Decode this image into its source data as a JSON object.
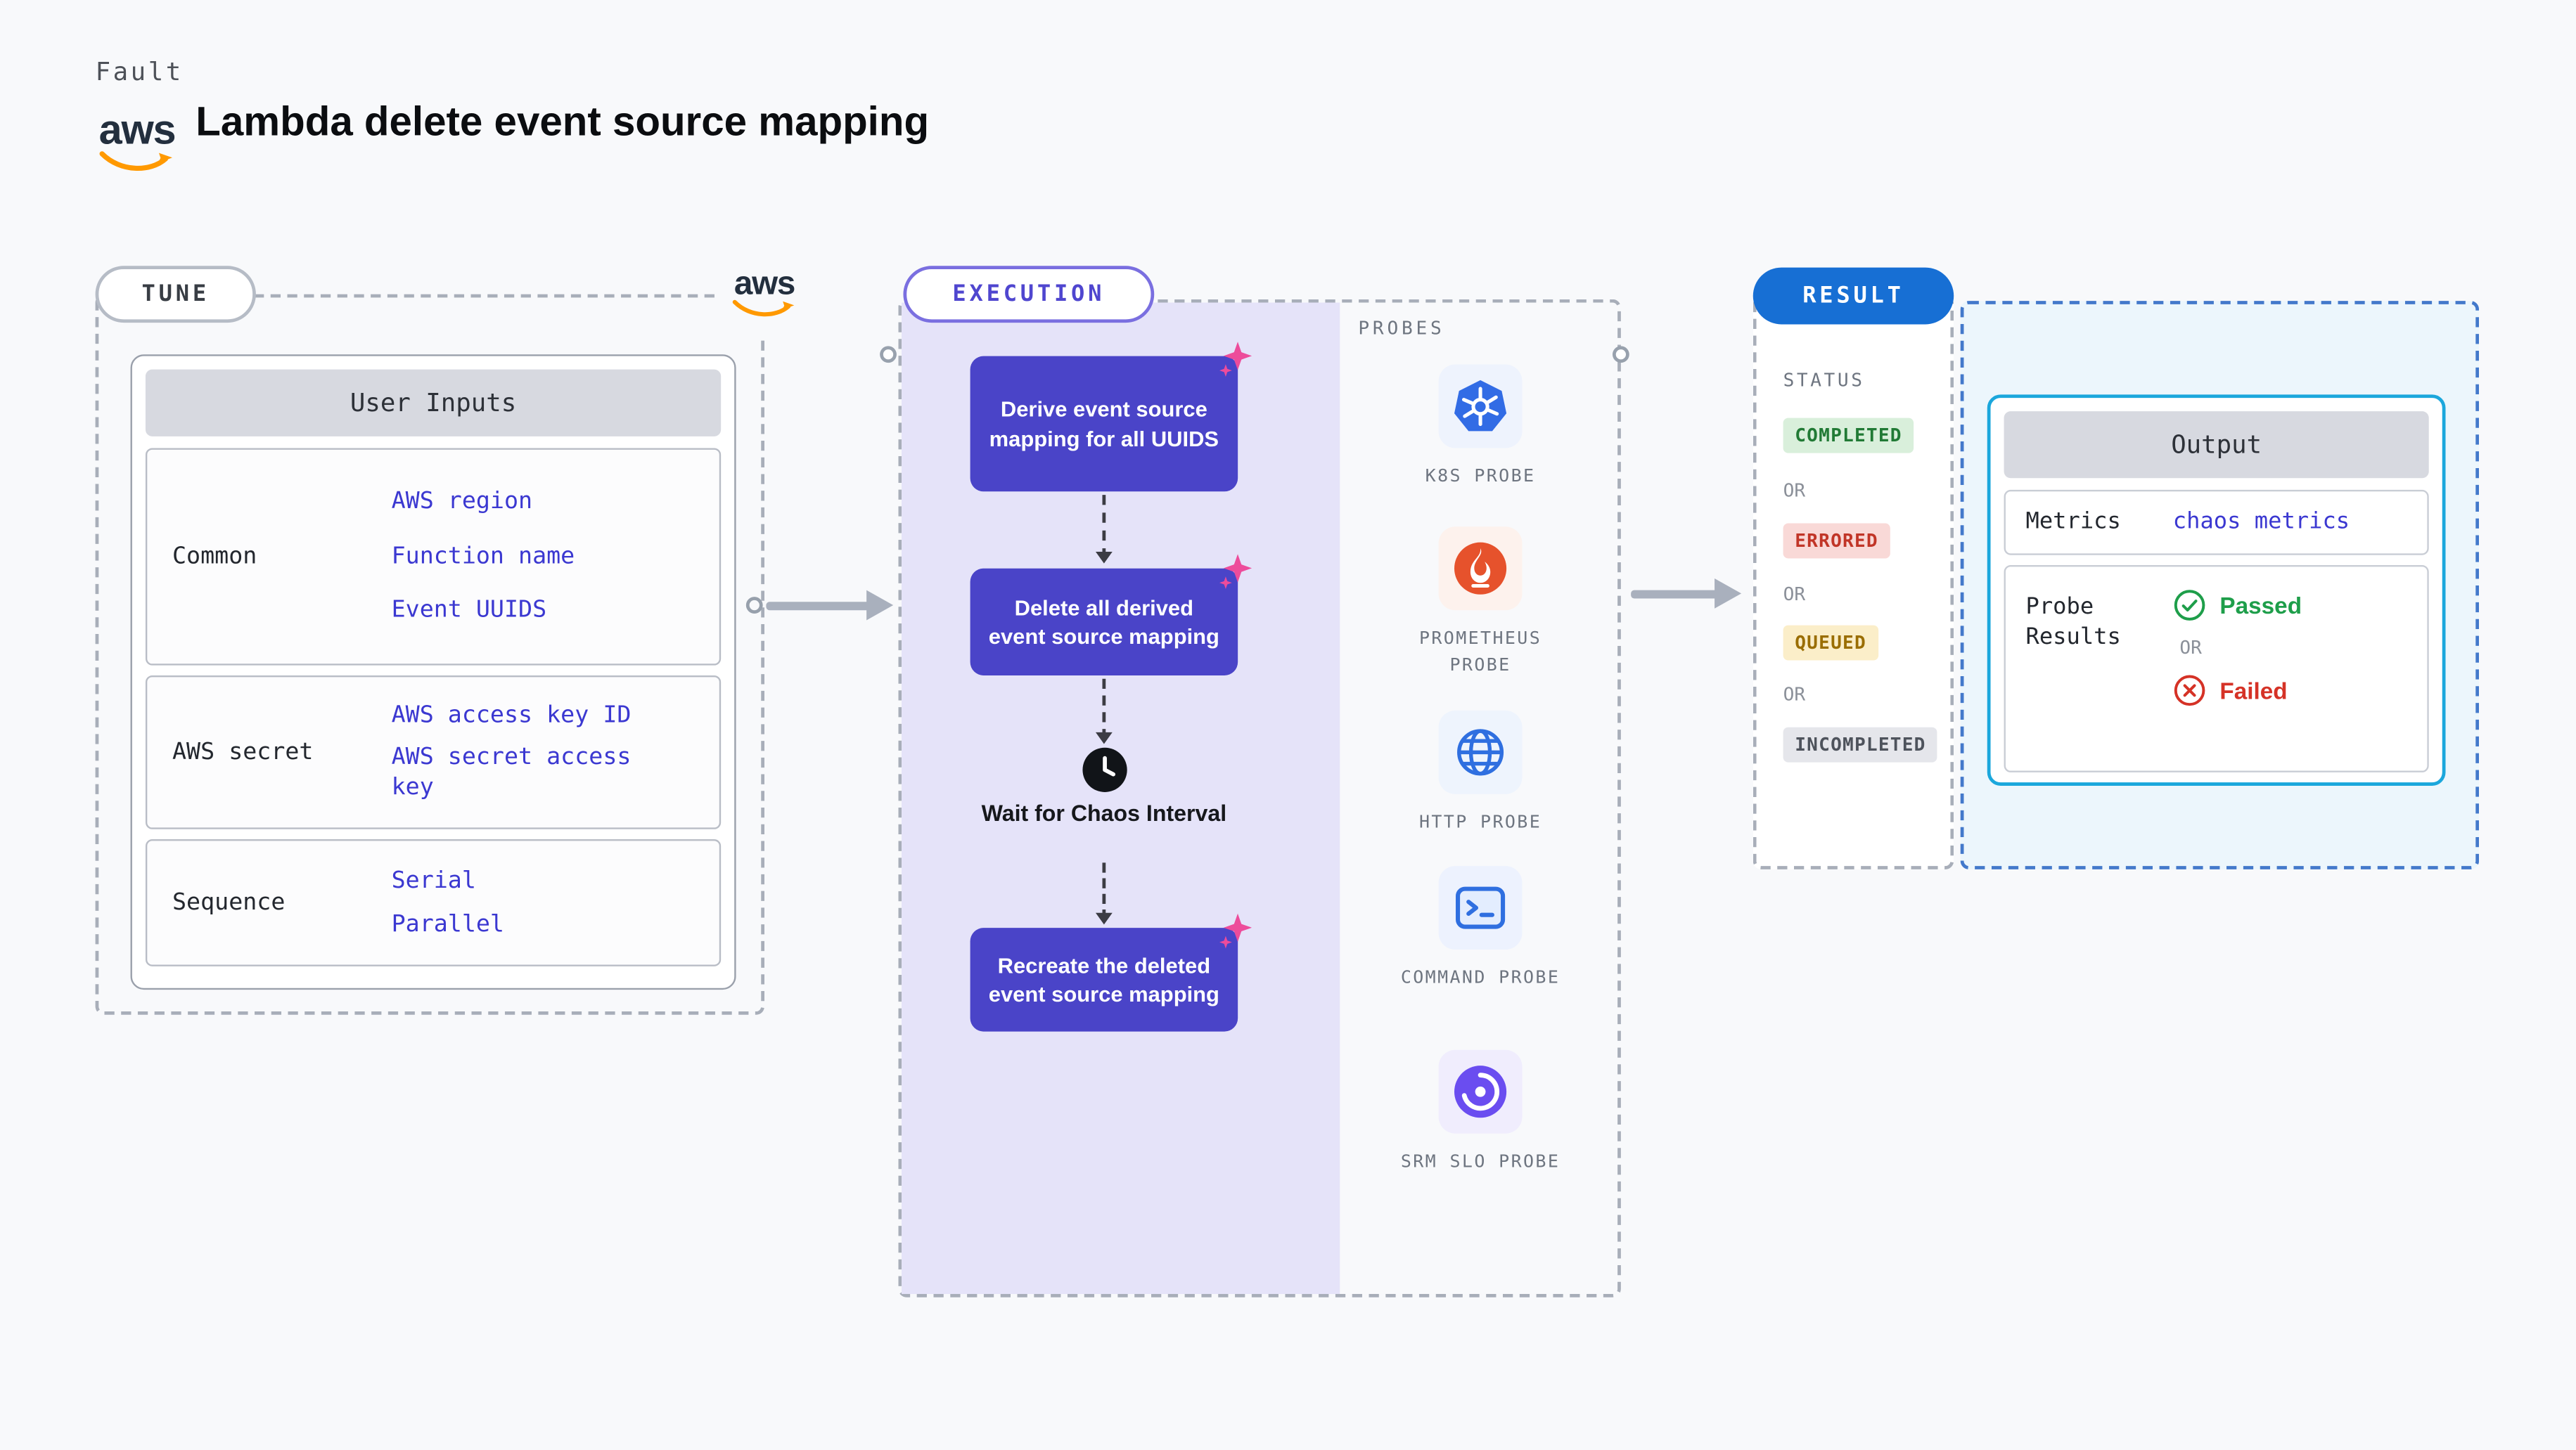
{
  "colors": {
    "page_bg": "#f8f9fb",
    "accent_indigo": "#4a44c8",
    "execution_fill": "#e5e3f9",
    "link_blue": "#3b38d1",
    "result_blue": "#176fd4",
    "output_border": "#1ba7dc",
    "spark_pink": "#ed4c9b",
    "success_green": "#1e9e4a",
    "error_red": "#d53226",
    "warning_amber": "#9a6d00",
    "aws_orange": "#ff9900"
  },
  "header": {
    "fault_label": "Fault",
    "title": "Lambda delete event source mapping",
    "aws_logo_text": "aws"
  },
  "tune": {
    "pill": "TUNE",
    "aws_logo_text": "aws",
    "card_title": "User Inputs",
    "rows": [
      {
        "label": "Common",
        "links": [
          "AWS region",
          "Function name",
          "Event UUIDS"
        ]
      },
      {
        "label": "AWS secret",
        "links": [
          "AWS access key ID",
          "AWS secret access key"
        ]
      },
      {
        "label": "Sequence",
        "links": [
          "Serial",
          "Parallel"
        ]
      }
    ]
  },
  "execution": {
    "pill": "EXECUTION",
    "steps": [
      "Derive event source mapping for all UUIDS",
      "Delete all derived event source mapping",
      "Recreate the deleted event source mapping"
    ],
    "wait_label": "Wait for Chaos Interval",
    "probes_title": "PROBES",
    "probes": [
      {
        "name": "K8S PROBE",
        "icon": "kubernetes-icon"
      },
      {
        "name": "PROMETHEUS PROBE",
        "icon": "prometheus-icon"
      },
      {
        "name": "HTTP PROBE",
        "icon": "globe-icon"
      },
      {
        "name": "COMMAND PROBE",
        "icon": "terminal-icon"
      },
      {
        "name": "SRM SLO PROBE",
        "icon": "srm-slo-icon"
      }
    ]
  },
  "result": {
    "pill": "RESULT",
    "status_title": "STATUS",
    "or_label": "OR",
    "statuses": [
      {
        "label": "COMPLETED",
        "type": "success"
      },
      {
        "label": "ERRORED",
        "type": "error"
      },
      {
        "label": "QUEUED",
        "type": "warning"
      },
      {
        "label": "INCOMPLETED",
        "type": "neutral"
      }
    ],
    "output": {
      "title": "Output",
      "metrics_label": "Metrics",
      "metrics_value": "chaos metrics",
      "probe_results_label": "Probe Results",
      "passed_label": "Passed",
      "or_label": "OR",
      "failed_label": "Failed"
    }
  }
}
